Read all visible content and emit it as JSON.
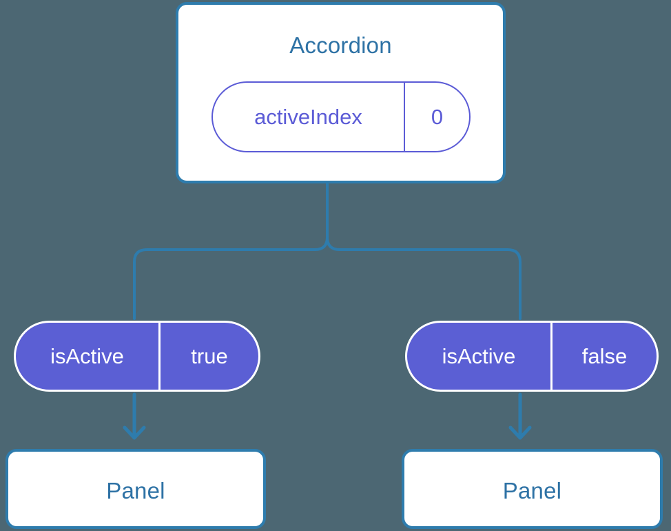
{
  "diagram": {
    "title_node": {
      "label": "Accordion",
      "state_pill": {
        "key": "activeIndex",
        "value": "0"
      }
    },
    "branches": [
      {
        "pill": {
          "key": "isActive",
          "value": "true"
        },
        "child_label": "Panel"
      },
      {
        "pill": {
          "key": "isActive",
          "value": "false"
        },
        "child_label": "Panel"
      }
    ]
  },
  "colors": {
    "background": "#4c6773",
    "card_border": "#2e7cad",
    "card_fill": "#ffffff",
    "title_text": "#2e72a5",
    "outline_pill_stroke": "#5b5bd6",
    "outline_pill_text": "#5b5bd6",
    "filled_pill_fill": "#5b5fd4",
    "filled_pill_text": "#ffffff",
    "connector_line": "#2e7cad",
    "arrow": "#2e7cad"
  },
  "connectors": {
    "trunk": "accordion-to-branch-split",
    "arrows": [
      "isActive-true-to-panel",
      "isActive-false-to-panel"
    ]
  }
}
